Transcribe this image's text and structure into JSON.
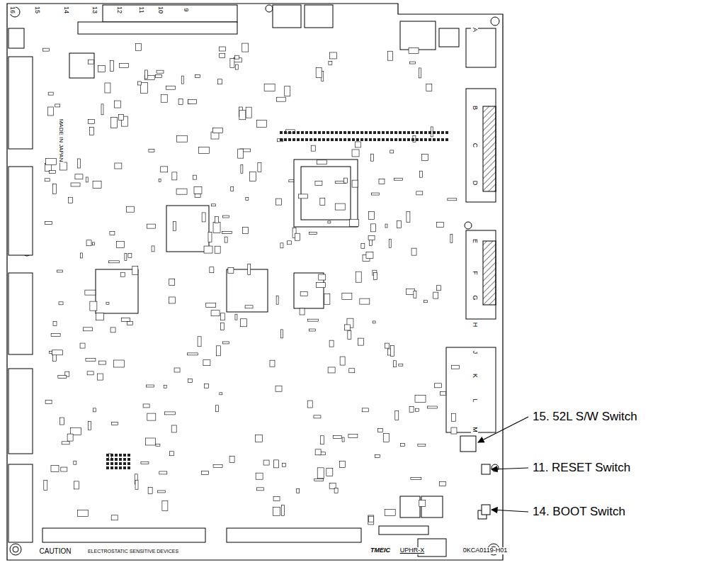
{
  "diagram": {
    "labels": [
      "16",
      "15",
      "14",
      "13",
      "12",
      "11",
      "10",
      "9",
      "A",
      "B",
      "C",
      "D",
      "E",
      "F",
      "G",
      "H",
      "J",
      "K",
      "L",
      "M",
      "MADE IN JAPAN",
      "CAUTION",
      "ELECTROSTATIC SENSITIVE DEVICES",
      "TMEIC",
      "UPHR-X",
      "0KCA0119-H01",
      "15. 52L S/W Switch",
      "11. RESET Switch",
      "14. BOOT Switch"
    ]
  }
}
